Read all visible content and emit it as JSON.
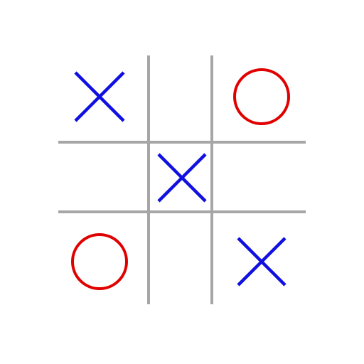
{
  "game": {
    "board": [
      [
        "X",
        "",
        "O"
      ],
      [
        "",
        "X",
        ""
      ],
      [
        "O",
        "",
        "X"
      ]
    ],
    "colors": {
      "grid": "#a6a6a6",
      "x": "#1010e0",
      "o": "#e00000",
      "background": "#ffffff"
    },
    "icons": {
      "x": "x-mark-icon",
      "o": "o-mark-icon"
    }
  }
}
